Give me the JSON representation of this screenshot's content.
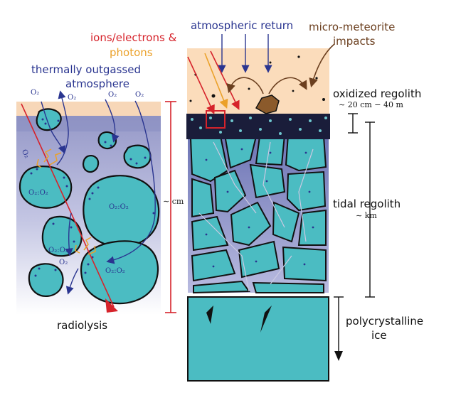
{
  "labels": {
    "atmospheric_return": "atmospheric return",
    "micrometeorite_line1": "micro-meteorite",
    "micrometeorite_line2": "impacts",
    "ions_electrons": "ions/electrons &",
    "photons": "photons",
    "thermally_outgassed_line1": "thermally outgassed",
    "thermally_outgassed_line2": "atmosphere",
    "oxidized_regolith": "oxidized regolith",
    "oxidized_depth": "∼ 20 cm − 40 m",
    "tidal_regolith": "tidal regolith",
    "tidal_depth": "∼ km",
    "polycrystalline_line1": "polycrystalline",
    "polycrystalline_line2": "ice",
    "radiolysis": "radiolysis",
    "scale_cm": "∼ cm",
    "o2": "O₂",
    "o2_pair": "O₂:O₂"
  },
  "colors": {
    "ice": "#4bbcc2",
    "sky": "#fbdcbb",
    "blue_arrow": "#2a3590",
    "red": "#d6232b",
    "orange": "#eba12a",
    "brown": "#6b3f1f",
    "crack": "#cbc9e2"
  },
  "icons": [
    "red-arrow-icon",
    "blue-arrow-icon",
    "orange-arrow-icon",
    "brown-curved-arrow-icon",
    "rock-icon",
    "zoom-box-icon"
  ]
}
